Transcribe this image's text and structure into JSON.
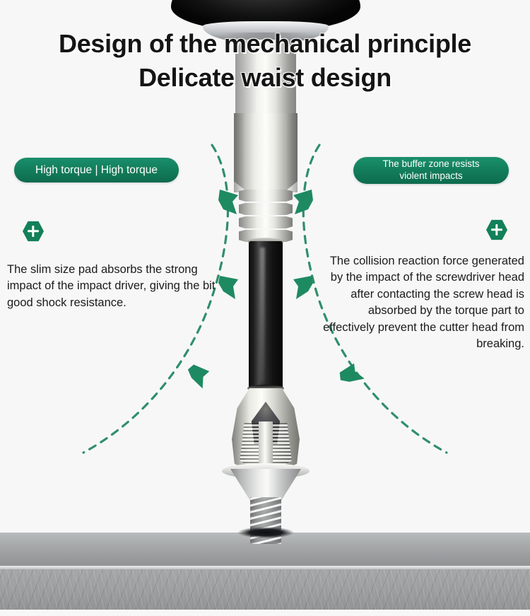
{
  "page": {
    "background_color": "#f7f7f7",
    "accent_green": "#127b59",
    "arrow_green": "#1e8a62",
    "dash_green": "#2f8f6b"
  },
  "title": {
    "line1": "Design of the mechanical principle",
    "line2": "Delicate waist design"
  },
  "badges": {
    "left": {
      "label": "High torque | High torque"
    },
    "right": {
      "line1": "The buffer zone resists",
      "line2": "violent impacts"
    }
  },
  "icons": {
    "left_marker": "hexagon-plus-icon",
    "right_marker": "hexagon-plus-icon"
  },
  "body": {
    "left": "The slim size pad absorbs the strong impact of the impact driver, giving the bit good shock resistance.",
    "right": "The collision reaction force generated by the impact of the screwdriver head after contacting the screw head is absorbed by the torque part to effectively prevent the cutter head from breaking."
  },
  "illustration": {
    "parts": [
      "impact-driver-chuck",
      "chrome-collar",
      "hex-shank",
      "grooved-rings",
      "black-torsion-waist-zone",
      "serrated-bit-tip",
      "countersunk-screw",
      "metal-work-surface"
    ],
    "annotation_arcs": [
      {
        "side": "left",
        "arrowheads": 3
      },
      {
        "side": "right",
        "arrowheads": 3
      }
    ]
  }
}
